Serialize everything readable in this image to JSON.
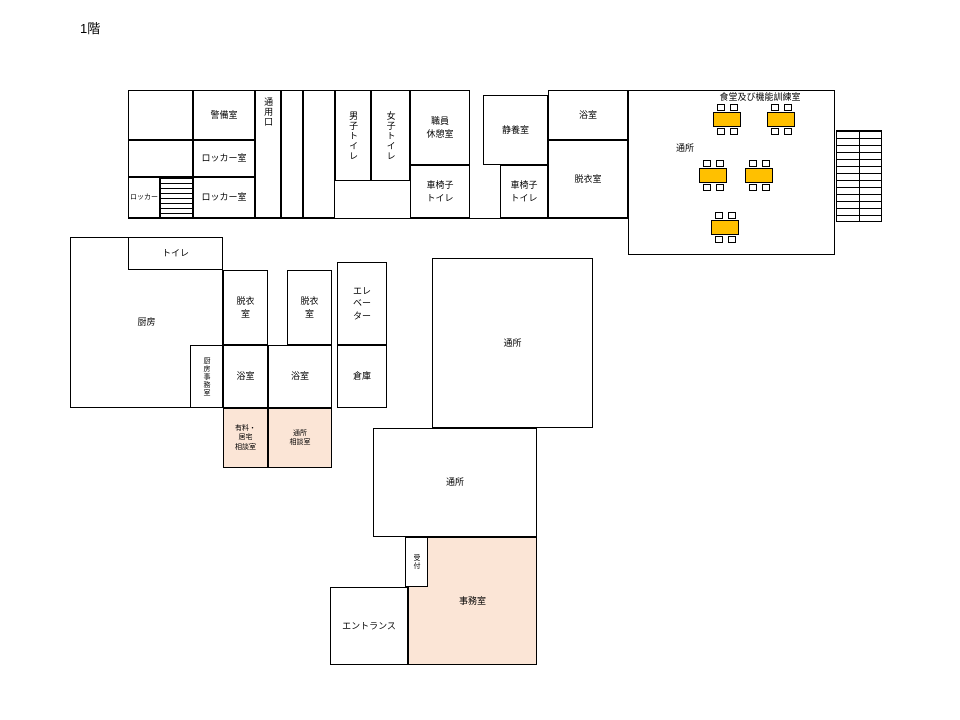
{
  "title": "1階",
  "colors": {
    "table_fill": "#FFC000",
    "room_highlight": "#FBE5D6",
    "line": "#000000",
    "background": "#FFFFFF"
  },
  "rooms": {
    "security": "警備室",
    "service_entrance": "通用口",
    "locker_room_1": "ロッカー室",
    "locker_room_2": "ロッカー室",
    "locker": "ロッカー",
    "mens_toilet": "男子トイレ",
    "womens_toilet": "女子トイレ",
    "staff_lounge": "職員\n休憩室",
    "quiet_room": "静養室",
    "bathroom_top": "浴室",
    "dressing_room_top": "脱衣室",
    "wheelchair_toilet_1": "車椅子\nトイレ",
    "wheelchair_toilet_2": "車椅子\nトイレ",
    "dining_training": "食堂及び機能訓練室",
    "day_care_dining": "通所",
    "toilet": "トイレ",
    "kitchen": "厨房",
    "dressing_room_1": "脱衣\n室",
    "dressing_room_2": "脱衣\n室",
    "elevator": "エレ\nベー\nター",
    "storage": "倉庫",
    "bathroom_1": "浴室",
    "bathroom_2": "浴室",
    "kitchen_office": "厨房事務室",
    "consultation_paid": "有料・\n居宅\n相談室",
    "consultation_daycare": "通所\n相談室",
    "day_care_main": "通所",
    "day_care_lower": "通所",
    "reception": "受付",
    "entrance": "エントランス",
    "office": "事務室"
  }
}
